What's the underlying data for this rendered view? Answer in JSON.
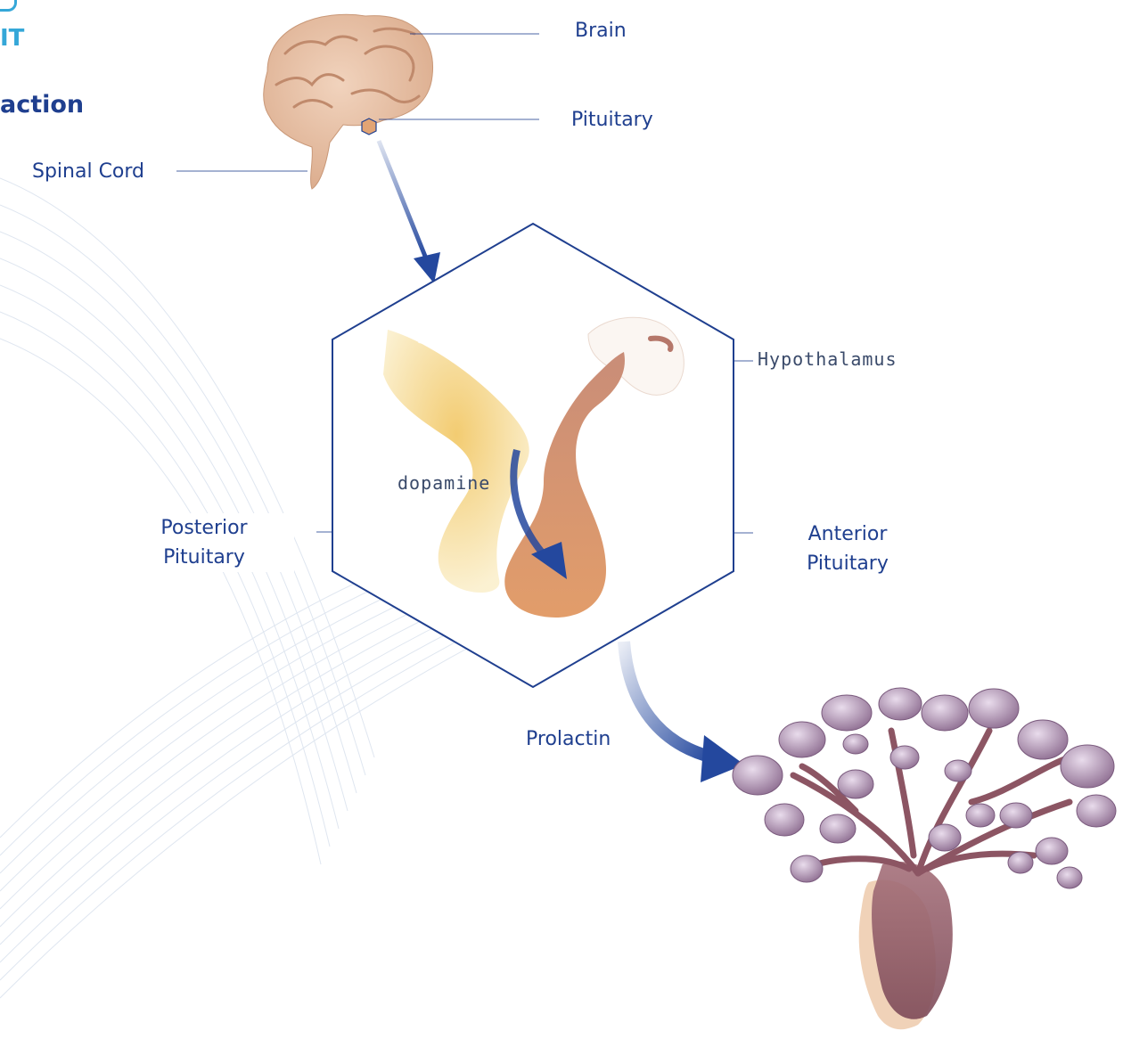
{
  "logo": {
    "text": "IT"
  },
  "title": {
    "text": "action"
  },
  "labels": {
    "brain": "Brain",
    "pituitary": "Pituitary",
    "spinal_cord": "Spinal Cord",
    "hypothalamus": "Hypothalamus",
    "dopamine": "dopamine",
    "posterior_line1": "Posterior",
    "posterior_line2": "Pituitary",
    "anterior_line1": "Anterior",
    "anterior_line2": "Pituitary",
    "prolactin": "Prolactin"
  },
  "colors": {
    "navy": "#1f3f8f",
    "arrow_blue": "#24489e",
    "logo_cyan": "#35a7d8",
    "brain_tan": "#e6bfa3",
    "gland_orange": "#e2a474",
    "posterior_yellow": "#f3d68a",
    "breast_mauve": "#a98aa6"
  }
}
